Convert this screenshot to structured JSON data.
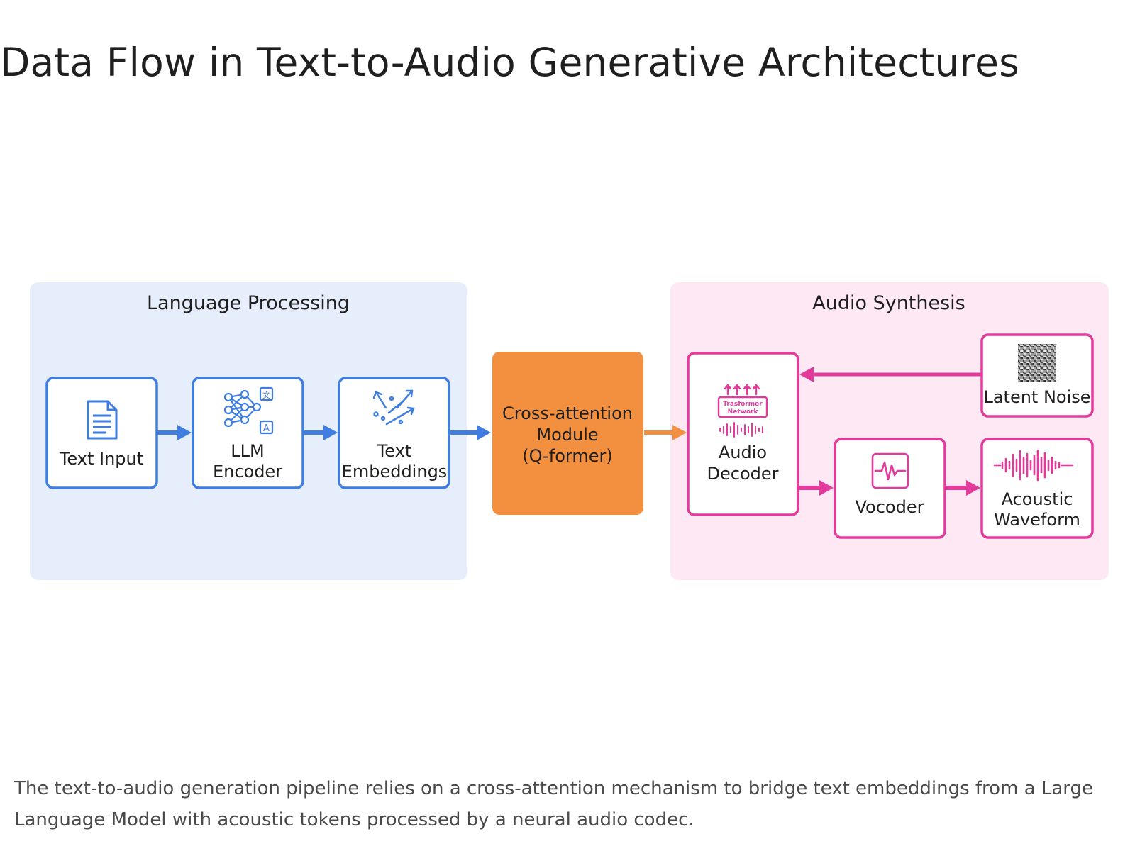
{
  "title": "Data Flow in Text-to-Audio Generative Architectures",
  "colors": {
    "language_bg": "#e6eefb",
    "audio_bg": "#fde8f3",
    "blue": "#3f7ee0",
    "pink": "#e33a9b",
    "orange": "#f3903f",
    "text": "#1f1f1f",
    "caption": "#4a4a4a"
  },
  "groups": {
    "language": {
      "label": "Language Processing"
    },
    "audio": {
      "label": "Audio Synthesis"
    }
  },
  "nodes": {
    "text_input": {
      "lines": [
        "Text Input"
      ],
      "icon": "document-icon"
    },
    "llm_encoder": {
      "lines": [
        "LLM",
        "Encoder"
      ],
      "icon": "neural-network-icon"
    },
    "text_embeddings": {
      "lines": [
        "Text",
        "Embeddings"
      ],
      "icon": "vector-arrows-icon"
    },
    "cross_attention": {
      "lines": [
        "Cross-attention",
        "Module",
        "(Q-former)"
      ]
    },
    "audio_decoder": {
      "lines": [
        "Audio",
        "Decoder"
      ],
      "icon": "transformer-network-icon",
      "icon_label_lines": [
        "Trasformer",
        "Network"
      ]
    },
    "latent_noise": {
      "lines": [
        "Latent Noise"
      ],
      "icon": "noise-texture-icon"
    },
    "vocoder": {
      "lines": [
        "Vocoder"
      ],
      "icon": "waveform-monitor-icon"
    },
    "acoustic_waveform": {
      "lines": [
        "Acoustic",
        "Waveform"
      ],
      "icon": "sound-wave-icon"
    }
  },
  "edges": [
    {
      "from": "text_input",
      "to": "llm_encoder"
    },
    {
      "from": "llm_encoder",
      "to": "text_embeddings"
    },
    {
      "from": "text_embeddings",
      "to": "cross_attention"
    },
    {
      "from": "cross_attention",
      "to": "audio_decoder"
    },
    {
      "from": "latent_noise",
      "to": "audio_decoder"
    },
    {
      "from": "audio_decoder",
      "to": "vocoder"
    },
    {
      "from": "vocoder",
      "to": "acoustic_waveform"
    }
  ],
  "caption": "The text-to-audio generation pipeline relies on a cross-attention mechanism to bridge text embeddings from a Large Language Model with acoustic tokens processed by a neural audio codec."
}
